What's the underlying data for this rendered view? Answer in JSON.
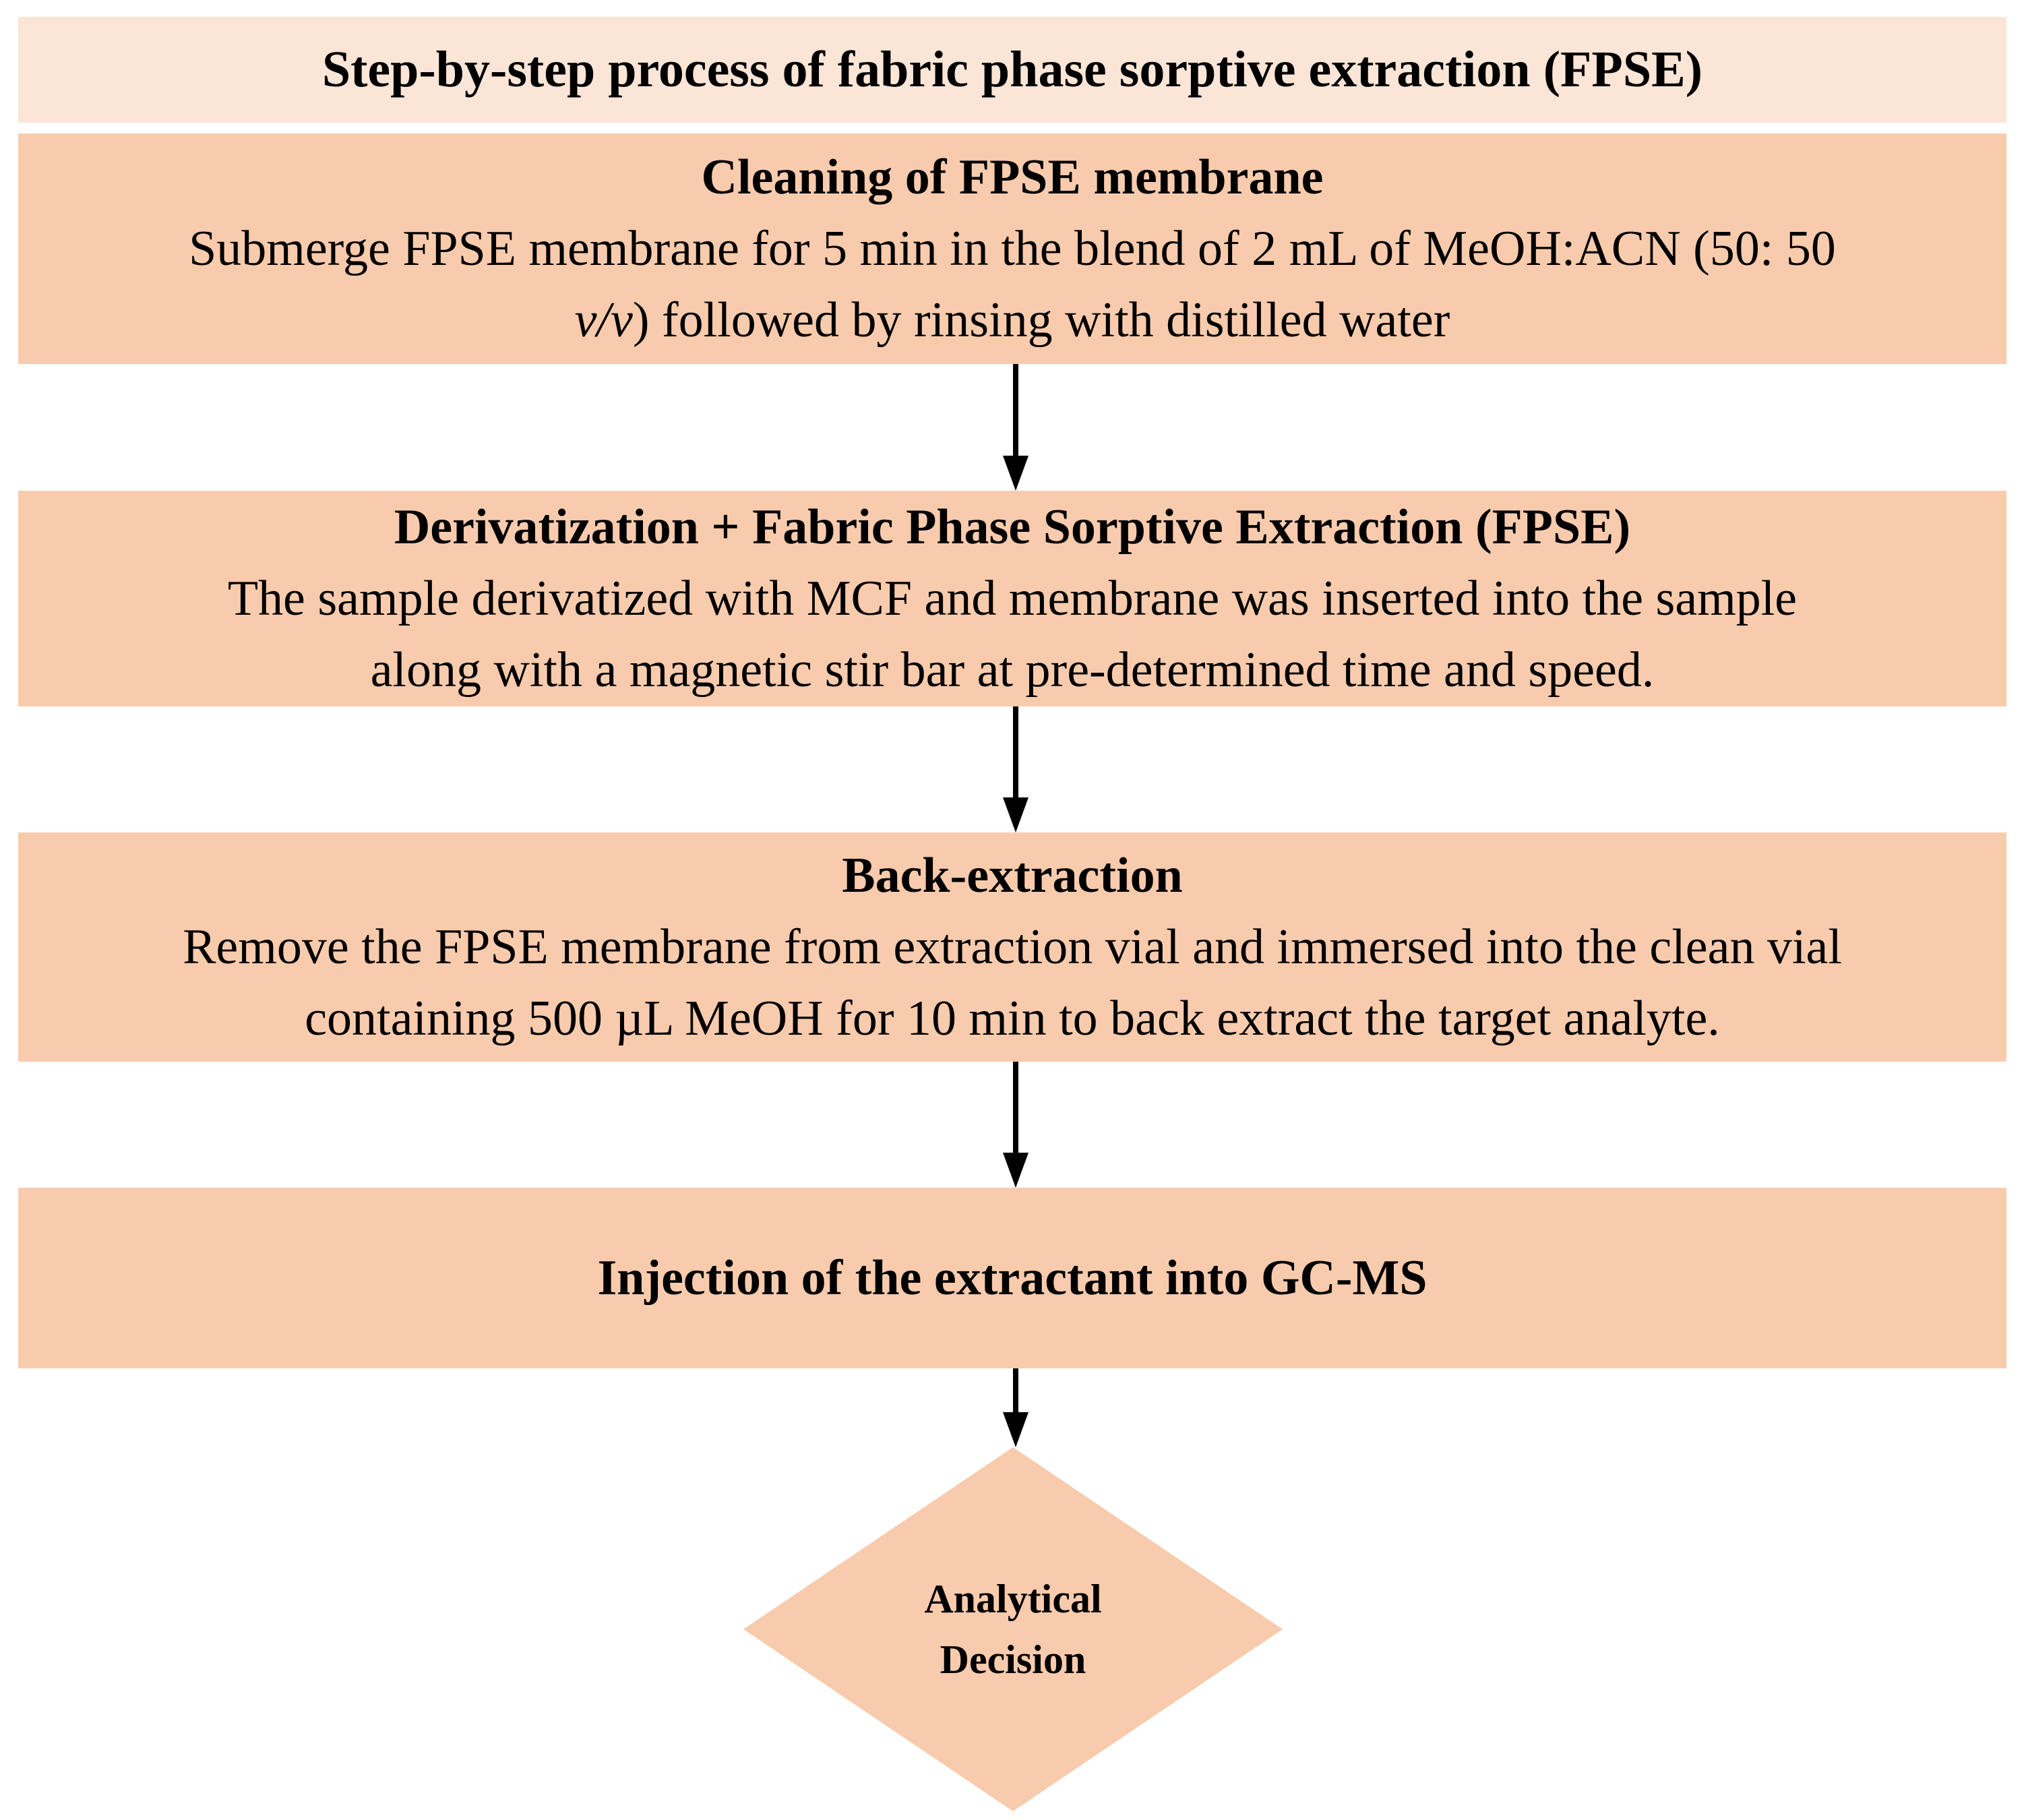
{
  "title": "Step-by-step process of fabric phase sorptive extraction (FPSE)",
  "colors": {
    "page_bg": "#FFFFFF",
    "header_bg": "#FBE5D6",
    "step_bg": "#F8CBAD",
    "text": "#000000",
    "arrow": "#000000"
  },
  "steps": [
    {
      "heading": "Cleaning of FPSE membrane",
      "line1": "Submerge FPSE membrane for 5 min in the blend of 2 mL of MeOH:ACN (50: 50",
      "line2_italic": "v/v",
      "line2_rest": ") followed by rinsing with distilled water"
    },
    {
      "heading": "Derivatization + Fabric Phase Sorptive Extraction (FPSE)",
      "line1": "The sample derivatized with MCF and membrane was inserted into the sample",
      "line2": "along with a magnetic stir bar at pre-determined time and speed."
    },
    {
      "heading": "Back-extraction",
      "line1": "Remove the FPSE membrane from extraction vial and  immersed into the clean vial",
      "line2": "containing 500 µL MeOH for 10 min to back extract the target analyte."
    },
    {
      "heading": "Injection of the extractant into GC-MS"
    }
  ],
  "decision": {
    "line1": "Analytical",
    "line2": "Decision"
  }
}
